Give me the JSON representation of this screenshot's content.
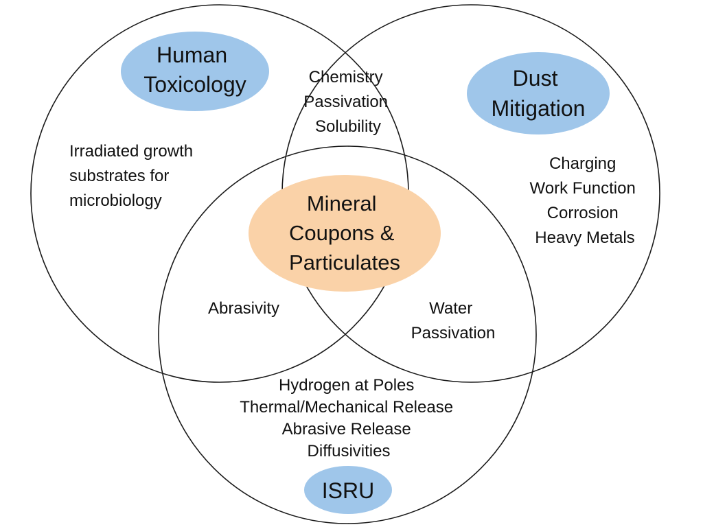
{
  "diagram": {
    "sets": {
      "human_toxicology": {
        "title_lines": [
          "Human",
          "Toxicology"
        ],
        "items": [
          "Irradiated growth",
          "substrates for",
          "microbiology"
        ]
      },
      "dust_mitigation": {
        "title_lines": [
          "Dust",
          "Mitigation"
        ],
        "items": [
          "Charging",
          "Work Function",
          "Corrosion",
          "Heavy Metals"
        ]
      },
      "isru": {
        "title_lines": [
          "ISRU"
        ],
        "items": [
          "Hydrogen at Poles",
          "Thermal/Mechanical Release",
          "Abrasive Release",
          "Diffusivities"
        ]
      }
    },
    "overlaps": {
      "human_toxicology_dust_mitigation": [
        "Chemistry",
        "Passivation",
        "Solubility"
      ],
      "human_toxicology_isru": [
        "Abrasivity"
      ],
      "dust_mitigation_isru": [
        "Water",
        "Passivation"
      ]
    },
    "center": {
      "title_lines": [
        "Mineral",
        "Coupons &",
        "Particulates"
      ]
    },
    "colors": {
      "set_label_fill": "#9fc6ea",
      "center_fill": "#fad2a8",
      "outline": "#1a1a1a"
    }
  }
}
